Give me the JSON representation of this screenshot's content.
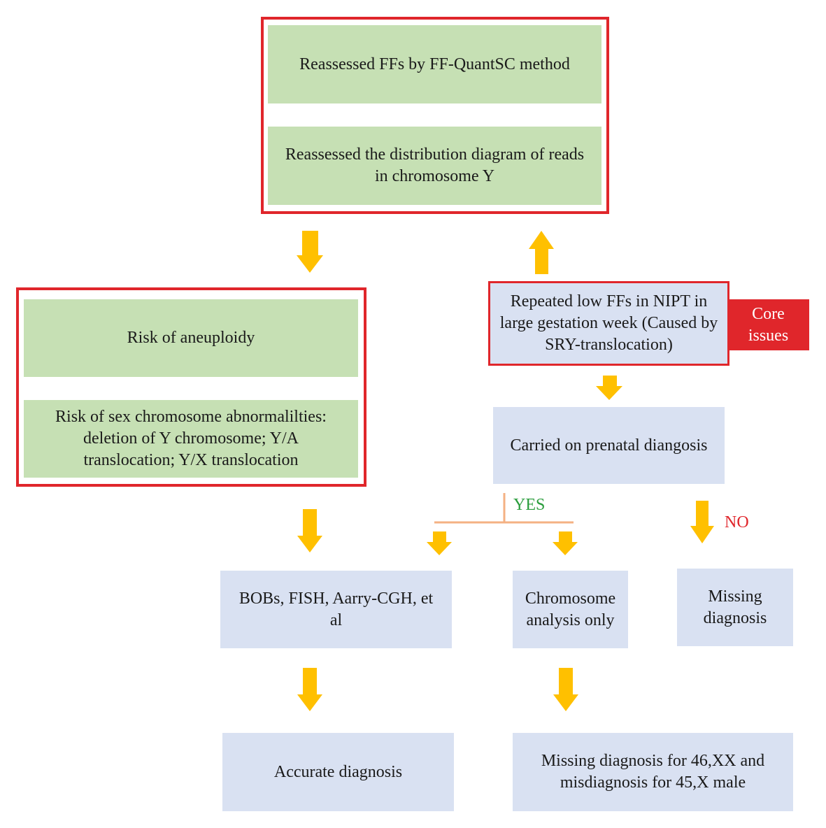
{
  "top_group": {
    "ff_quant": "Reassessed FFs by FF-QuantSC method",
    "distribution": "Reassessed the distribution diagram of reads in chromosome Y"
  },
  "left_group": {
    "aneuploidy": "Risk of aneuploidy",
    "sex_chromosome": "Risk of sex chromosome abnormalilties: deletion of Y chromosome; Y/A translocation; Y/X translocation"
  },
  "core_box": "Repeated low FFs in NIPT in large gestation week (Caused by SRY-translocation)",
  "core_tag": "Core issues",
  "prenatal": "Carried on prenatal diangosis",
  "yes_label": "YES",
  "no_label": "NO",
  "methods": "BOBs, FISH, Aarry-CGH, et al",
  "chromosome_only": "Chromosome analysis only",
  "missing": "Missing diagnosis",
  "accurate": "Accurate diagnosis",
  "missing_46xx": "Missing diagnosis for 46,XX and misdiagnosis for 45,X male",
  "colors": {
    "frame_red": "#e0262b",
    "green_box": "#c6e0b4",
    "blue_box": "#d9e1f2",
    "arrow": "#ffc000",
    "branch_line": "#f4b183",
    "yes": "#2a9d3c",
    "no": "#e0262b"
  }
}
